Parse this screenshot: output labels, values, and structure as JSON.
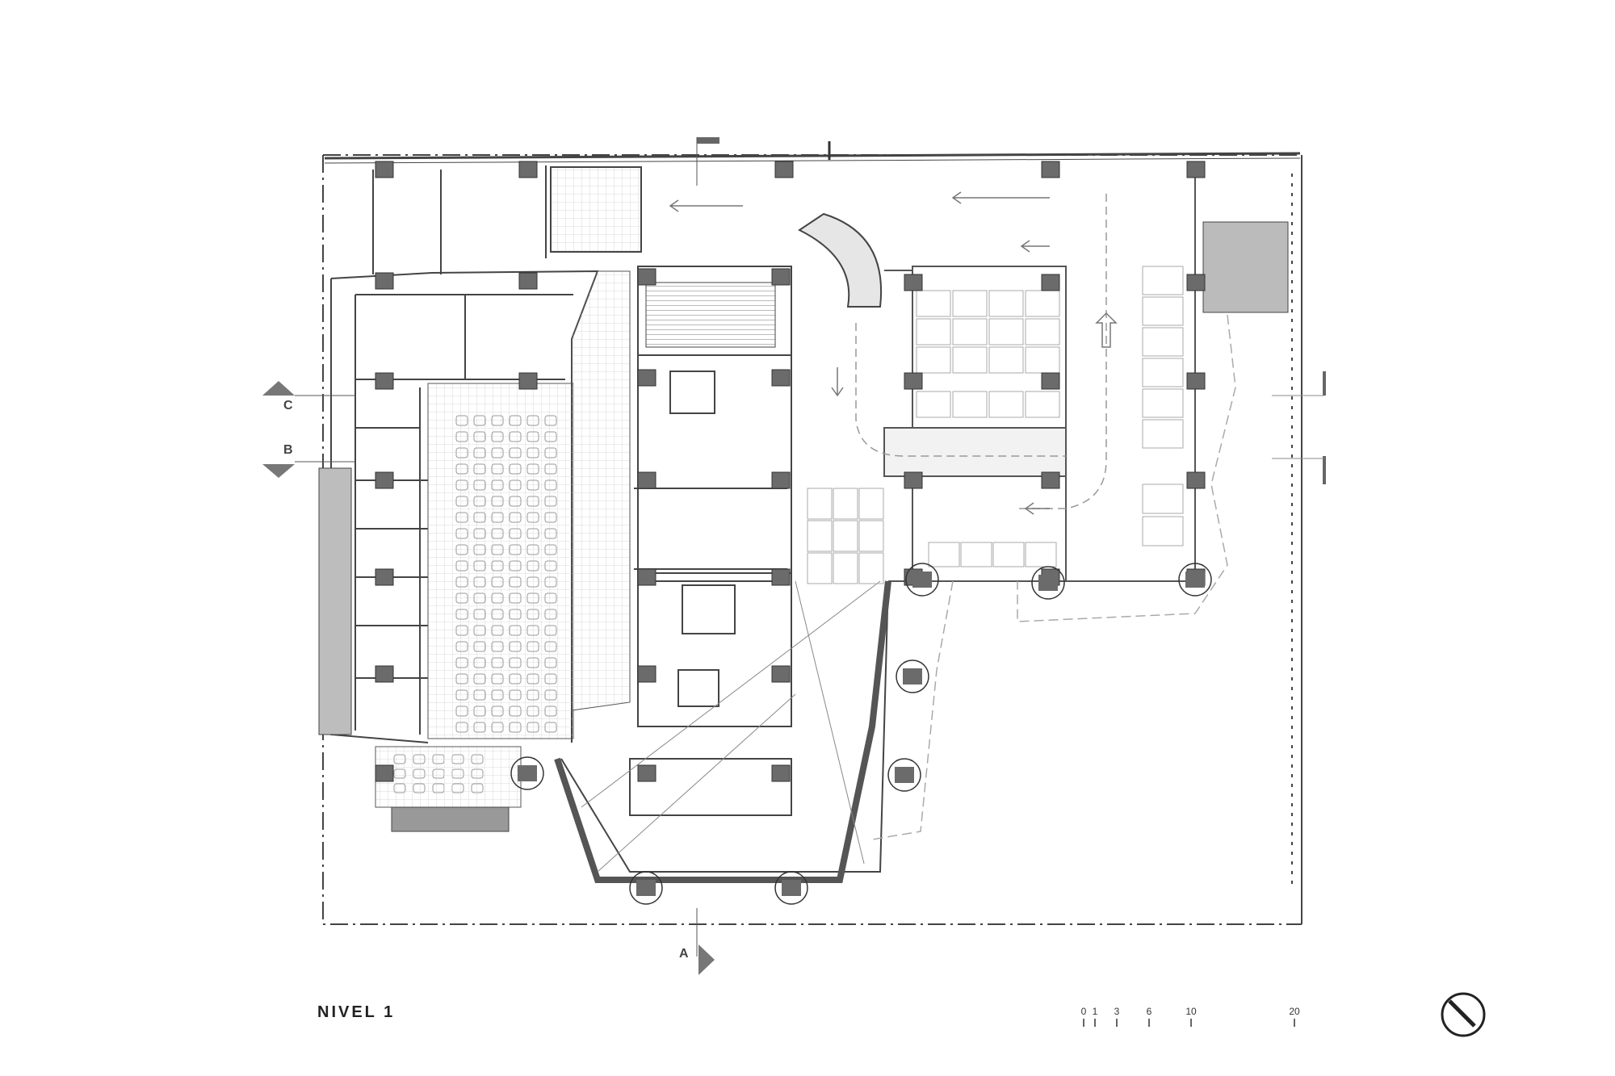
{
  "title": "NIVEL 1",
  "sections": {
    "a": "A",
    "b": "B",
    "c": "C"
  },
  "scale": {
    "ticks": [
      "0",
      "1",
      "3",
      "6",
      "10",
      "20"
    ]
  },
  "icons": {
    "north": "north-arrow-icon",
    "section": "section-marker-icon"
  },
  "colors": {
    "line": "#555555",
    "column": "#6b6b6b",
    "hatch": "#d9d9d9",
    "dashed": "#999999"
  }
}
